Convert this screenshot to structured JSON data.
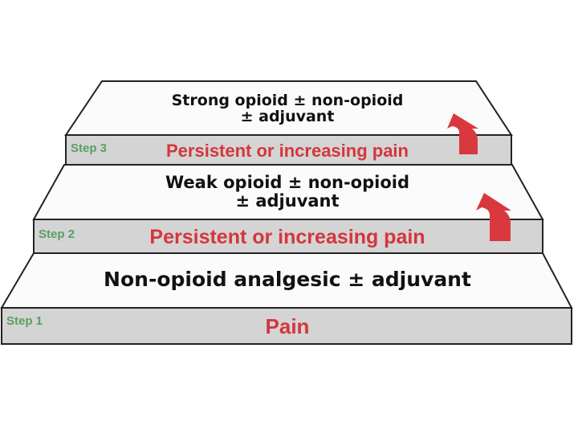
{
  "colors": {
    "pain_text": "#d4363c",
    "step_label": "#5a9e62",
    "band_fill": "#d4d4d4",
    "arrow": "#d9393e"
  },
  "steps": [
    {
      "label": "Step 1",
      "treatment_line1": "Non-opioid analgesic ± adjuvant",
      "condition": "Pain"
    },
    {
      "label": "Step 2",
      "treatment_line1": "Weak opioid ± non-opioid",
      "treatment_line2": "± adjuvant",
      "condition": "Persistent or increasing pain",
      "arrow_icon": "curved-up-arrow-icon"
    },
    {
      "label": "Step 3",
      "treatment_line1": "Strong opioid ± non-opioid",
      "treatment_line2": "± adjuvant",
      "condition": "Persistent or increasing pain",
      "arrow_icon": "curved-up-arrow-icon"
    }
  ]
}
